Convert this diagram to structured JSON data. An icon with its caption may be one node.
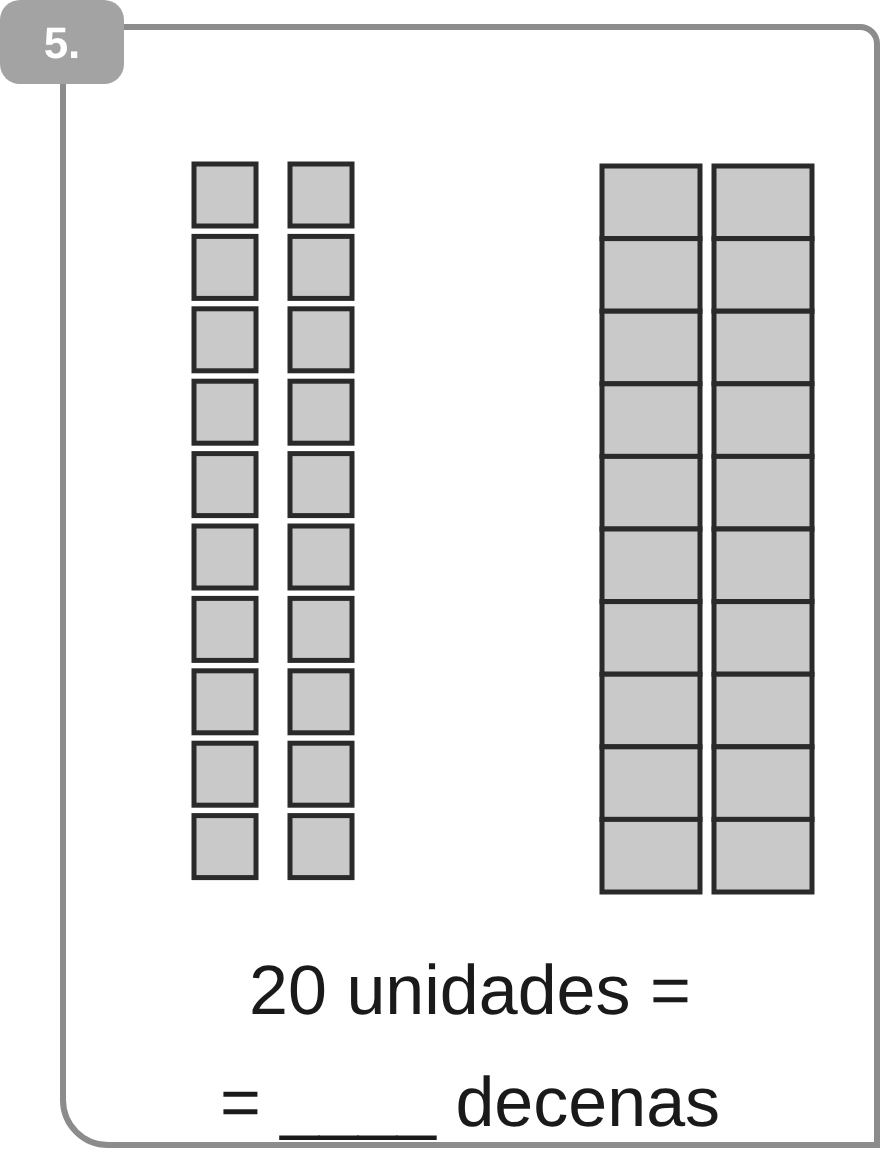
{
  "diagram": {
    "labels": [
      "5.",
      "20 unidades =",
      "= ____ decenas"
    ]
  }
}
